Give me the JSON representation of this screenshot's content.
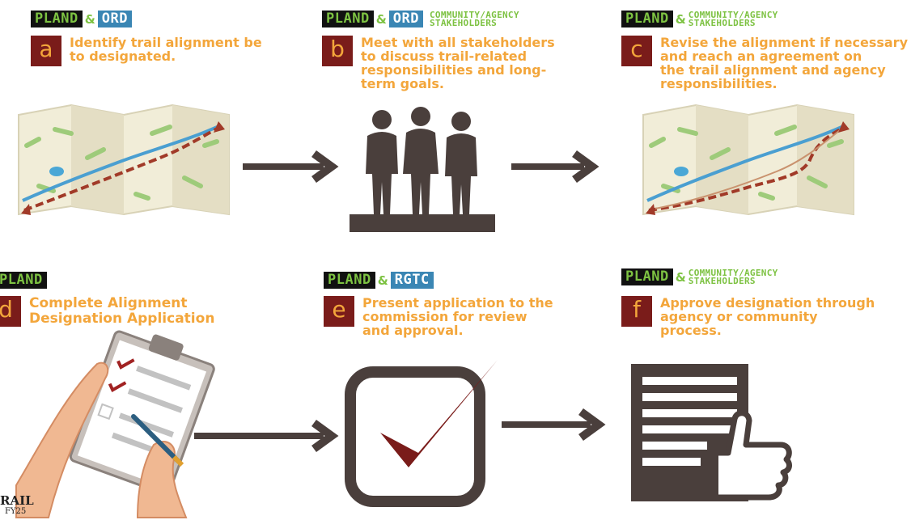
{
  "steps": [
    {
      "id": "a",
      "letter": "a",
      "tags": [
        "PLAND",
        "ORD"
      ],
      "community": [],
      "text": [
        "Identify trail alignment be",
        "to designated."
      ]
    },
    {
      "id": "b",
      "letter": "b",
      "tags": [
        "PLAND",
        "ORD"
      ],
      "community": [
        "COMMUNITY/AGENCY",
        "STAKEHOLDERS"
      ],
      "text": [
        "Meet with all stakeholders",
        "to discuss trail-related",
        "responsibilities and long-",
        "term goals."
      ]
    },
    {
      "id": "c",
      "letter": "c",
      "tags": [
        "PLAND"
      ],
      "community": [
        "COMMUNITY/AGENCY",
        "STAKEHOLDERS"
      ],
      "text": [
        "Revise the alignment if necessary",
        "and reach an agreement on",
        "the trail alignment and agency",
        "responsibilities."
      ]
    },
    {
      "id": "d",
      "letter": "d",
      "tags": [
        "PLAND"
      ],
      "community": [],
      "text": [
        "Complete Alignment",
        "Designation Application"
      ]
    },
    {
      "id": "e",
      "letter": "e",
      "tags": [
        "PLAND",
        "RGTC"
      ],
      "community": [],
      "text": [
        "Present application to the",
        "commission for review",
        "and approval."
      ]
    },
    {
      "id": "f",
      "letter": "f",
      "tags": [
        "PLAND"
      ],
      "community": [
        "COMMUNITY/AGENCY",
        "STAKEHOLDERS"
      ],
      "text": [
        "Approve designation through",
        "agency or community",
        "process."
      ]
    }
  ],
  "amp": "&",
  "footer": {
    "line1": "RAIL",
    "line2": "FY25"
  },
  "colors": {
    "tag_bg": "#111111",
    "tag_text": "#7dc242",
    "blue_tag": "#3a86b4",
    "letter_bg": "#7a1c1a",
    "accent": "#f3a63b",
    "arrow": "#4a3f3c"
  },
  "icons": [
    "map-icon",
    "people-silhouette-icon",
    "map-revised-icon",
    "clipboard-checklist-icon",
    "checkbox-icon",
    "document-approval-icon"
  ]
}
